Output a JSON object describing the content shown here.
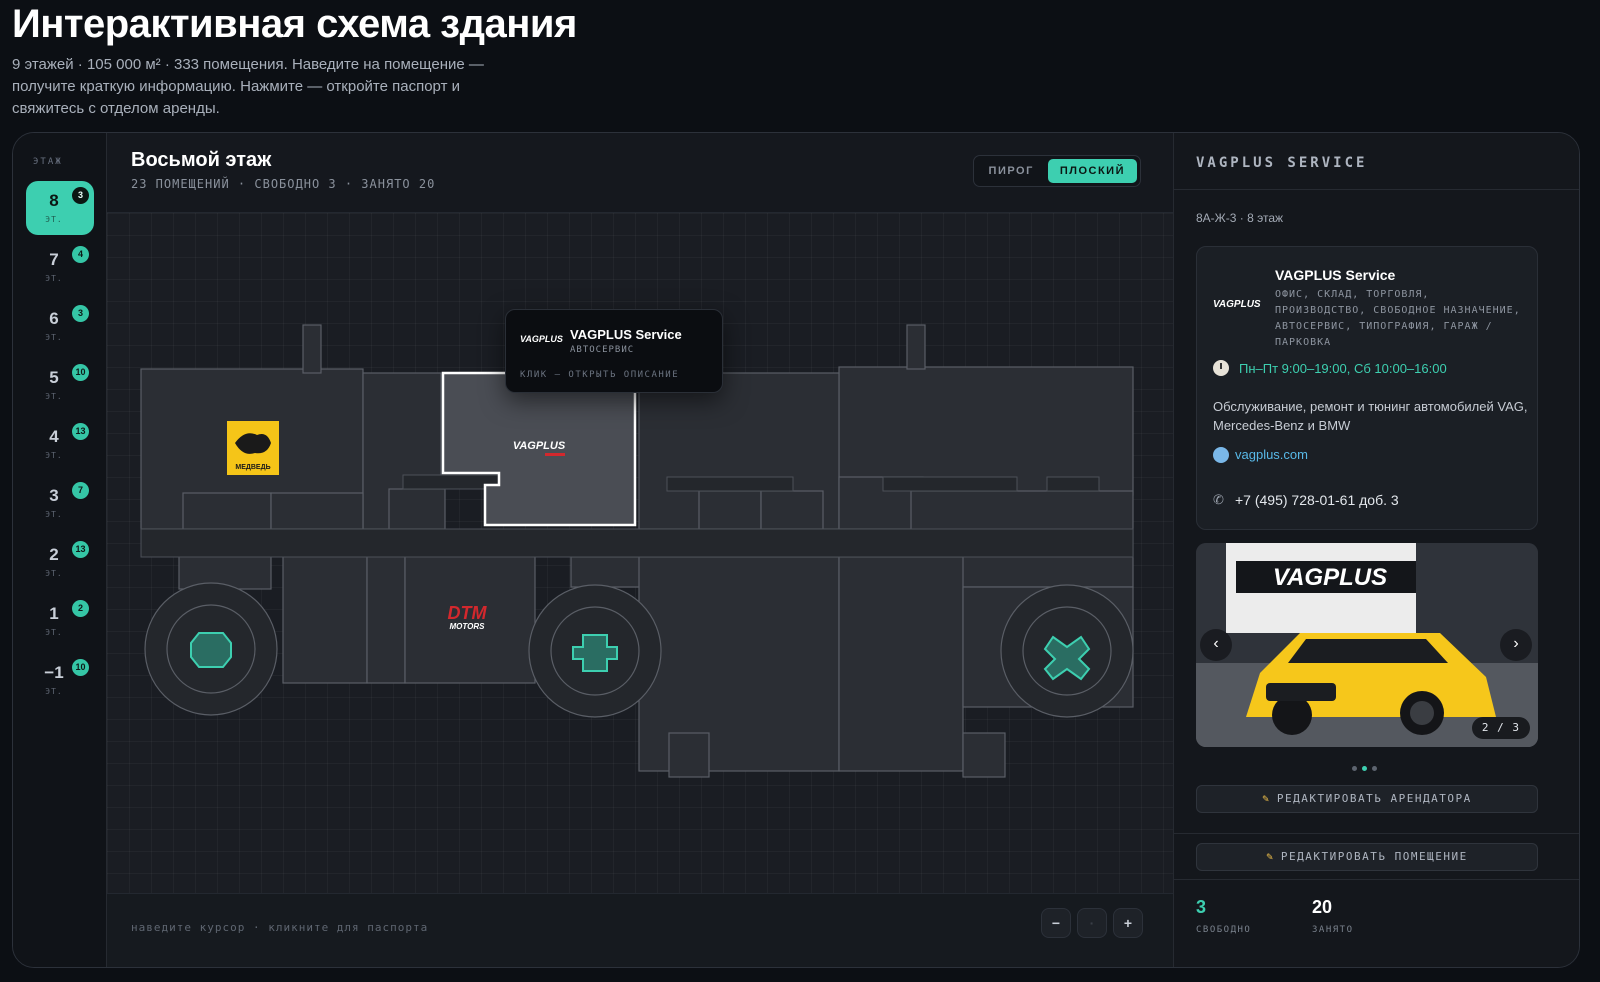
{
  "header": {
    "title": "Интерактивная схема здания",
    "subtitle": "9 этажей · 105 000 м² · 333 помещения. Наведите на помещение — получите краткую информацию. Нажмите — откройте паспорт и свяжитесь с отделом аренды."
  },
  "floors": {
    "label": "ЭТАЖ",
    "suffix": "ЭТ.",
    "items": [
      {
        "num": "8",
        "badge": "3"
      },
      {
        "num": "7",
        "badge": "4"
      },
      {
        "num": "6",
        "badge": "3"
      },
      {
        "num": "5",
        "badge": "10"
      },
      {
        "num": "4",
        "badge": "13"
      },
      {
        "num": "3",
        "badge": "7"
      },
      {
        "num": "2",
        "badge": "13"
      },
      {
        "num": "1",
        "badge": "2"
      },
      {
        "num": "−1",
        "badge": "10"
      }
    ],
    "active_index": 0
  },
  "plan": {
    "title": "Восьмой этаж",
    "stats": "23 ПОМЕЩЕНИЙ · СВОБОДНО 3 · ЗАНЯТО 20",
    "mode_options": [
      "ПИРОГ",
      "ПЛОСКИЙ"
    ],
    "mode_selected": "ПЛОСКИЙ",
    "tenant_labels": {
      "bear": "МЕДВЕДЬ",
      "vagplus": "VAGPLUS",
      "dtm_top": "DTM",
      "dtm_bottom": "MOTORS"
    },
    "footer_hint": "наведите курсор · кликните для паспорта",
    "zoom": {
      "minus": "−",
      "reset": "·",
      "plus": "+"
    }
  },
  "tooltip": {
    "logo": "VAGPLUS",
    "name": "VAGPLUS Service",
    "category": "АВТОСЕРВИС",
    "hint": "КЛИК — ОТКРЫТЬ ОПИСАНИЕ"
  },
  "side": {
    "title": "VAGPLUS SERVICE",
    "meta": "8А-Ж-3 · 8 этаж",
    "tenant": {
      "logo": "VAGPLUS",
      "name": "VAGPLUS Service",
      "categories": "ОФИС, СКЛАД, ТОРГОВЛЯ, ПРОИЗВОДСТВО, СВОБОДНОЕ НАЗНАЧЕНИЕ, АВТОСЕРВИС, ТИПОГРАФИЯ, ГАРАЖ / ПАРКОВКА",
      "hours": "Пн–Пт 9:00–19:00, Сб 10:00–16:00",
      "description": "Обслуживание, ремонт и тюнинг автомобилей VAG, Mercedes-Benz и BMW",
      "website": "vagplus.com",
      "phone": "+7 (495) 728-01-61 доб. 3"
    },
    "gallery": {
      "sign": "VAGPLUS",
      "counter": "2 / 3",
      "prev": "‹",
      "next": "›",
      "total": 3,
      "current": 2
    },
    "edit_tenant": "РЕДАКТИРОВАТЬ АРЕНДАТОРА",
    "edit_room": "РЕДАКТИРОВАТЬ ПОМЕЩЕНИЕ",
    "summary": {
      "free_value": "3",
      "free_label": "СВОБОДНО",
      "busy_value": "20",
      "busy_label": "ЗАНЯТО"
    }
  },
  "colors": {
    "accent": "#3dcfb0",
    "selected_room": "#4a4d54",
    "room_fill": "#2b2e34",
    "bear_yellow": "#f5c518",
    "link": "#58b9e8"
  }
}
